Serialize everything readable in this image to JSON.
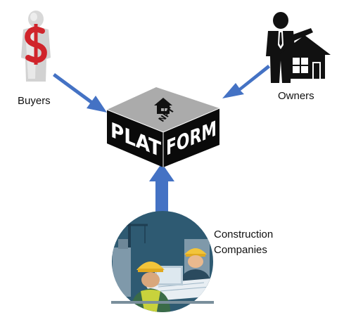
{
  "nodes": {
    "buyers": {
      "label": "Buyers",
      "icon": "person-dollar-icon"
    },
    "owners": {
      "label": "Owners",
      "icon": "businessman-house-icon"
    },
    "construction": {
      "label_line1": "Construction",
      "label_line2": "Companies",
      "icon": "construction-workers-icon"
    },
    "platform": {
      "word_left": "PLAT",
      "word_right": "FORM",
      "logo_text": "NPT",
      "icon": "house-logo-icon"
    }
  },
  "colors": {
    "arrow": "#4472C4",
    "cube_top": "#ABABAB",
    "cube_side": "#0A0A0A",
    "buyer_dollar": "#D0242B",
    "construction_bg": "#2E5A72"
  }
}
